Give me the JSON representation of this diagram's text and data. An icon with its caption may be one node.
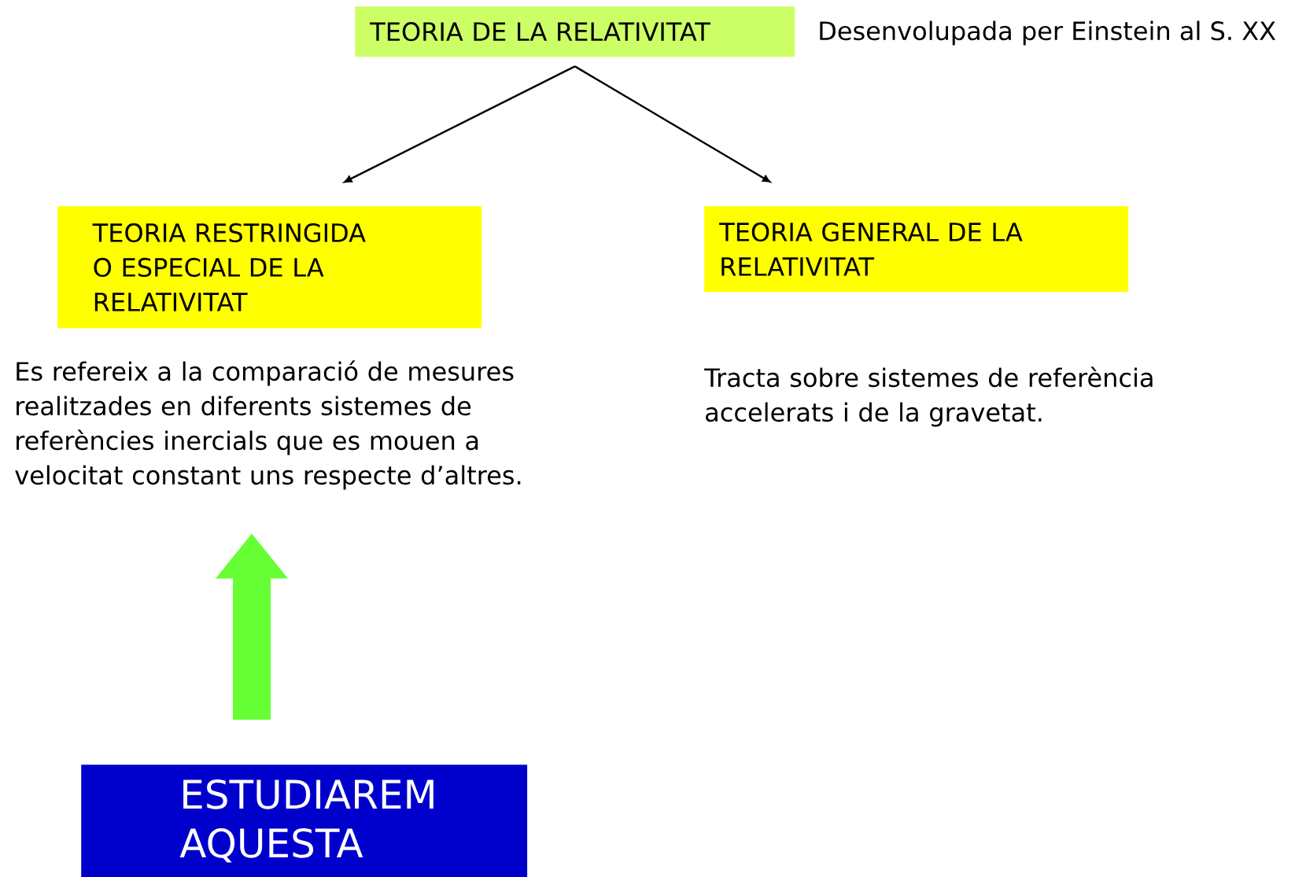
{
  "diagram": {
    "nodes": [
      {
        "text": [
          "TEORIA DE LA RELATIVITAT"
        ],
        "beside": [
          "Desenvolupada per Einstein al S. XX"
        ]
      },
      {
        "text": [
          "TEORIA RESTRINGIDA O ESPECIAL DE LA RELATIVITAT"
        ],
        "beside": [
          "Es refereix a la comparació de mesures realitzades en diferents sistemes de referències inercials que es mouen a velocitat constant uns respecte d’altres."
        ]
      },
      {
        "text": [
          "TEORIA GENERAL DE LA RELATIVITAT"
        ],
        "beside": [
          "Tracta sobre sistemes de referència accelerats i de la gravetat."
        ]
      },
      {
        "text": [
          "ESTUDIAREM AQUESTA"
        ]
      }
    ],
    "edges": [
      {
        "from": 0,
        "to": 1,
        "arrow": "to"
      },
      {
        "from": 0,
        "to": 2,
        "arrow": "to"
      },
      {
        "from": 3,
        "to": 1,
        "arrow": "to",
        "style": "thick",
        "color": "#66ff33"
      }
    ]
  }
}
